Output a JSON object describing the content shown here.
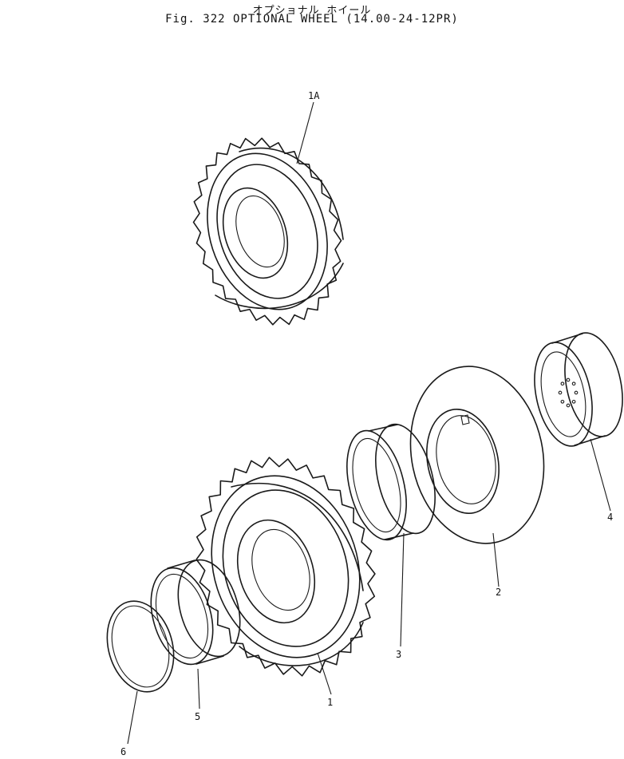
{
  "header": {
    "japanese_title": "オプショナル ホイール",
    "figure_title": "Fig. 322 OPTIONAL WHEEL (14.00-24-12PR)"
  },
  "callouts": [
    {
      "id": "1A",
      "label": "1A"
    },
    {
      "id": "1",
      "label": "1"
    },
    {
      "id": "2",
      "label": "2"
    },
    {
      "id": "3",
      "label": "3"
    },
    {
      "id": "4",
      "label": "4"
    },
    {
      "id": "5",
      "label": "5"
    },
    {
      "id": "6",
      "label": "6"
    }
  ]
}
